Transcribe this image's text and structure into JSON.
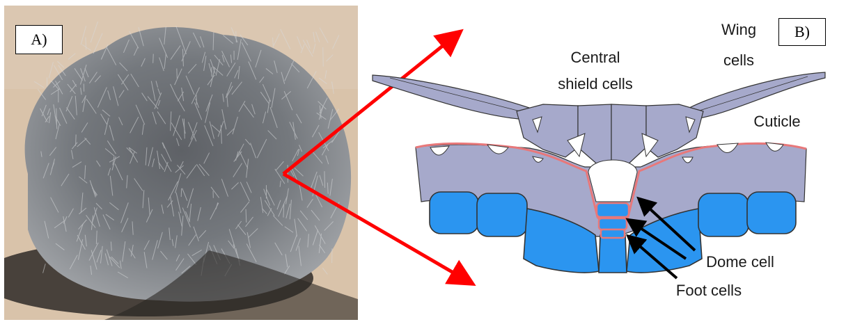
{
  "panels": {
    "a": {
      "label": "A)"
    },
    "b": {
      "label": "B)"
    }
  },
  "labels": {
    "central_line1": "Central",
    "central_line2": "shield cells",
    "wing_line1": "Wing",
    "wing_line2": "cells",
    "cuticle": "Cuticle",
    "dome_cell": "Dome cell",
    "foot_cells": "Foot cells"
  },
  "colors": {
    "sand": "#d9c3aa",
    "shrub": "#7a7d80",
    "cell_lavender": "#a6a9cb",
    "cell_blue": "#2b95f0",
    "cuticle_red": "#e8787a",
    "arrow_red": "#ff0000",
    "pointer_black": "#000000"
  }
}
